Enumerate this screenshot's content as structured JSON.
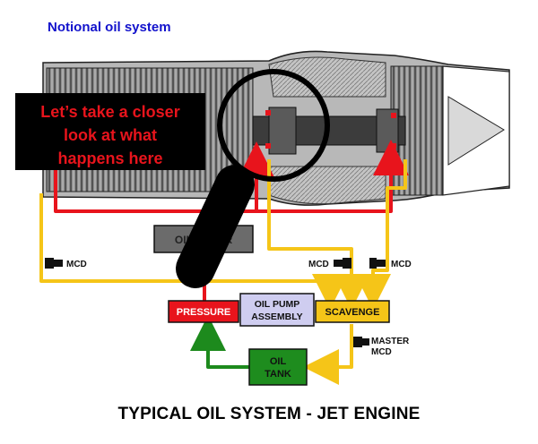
{
  "title": "Notional oil system",
  "callout": {
    "lines": [
      "Let’s take a closer",
      "look at what",
      "happens here"
    ]
  },
  "components": {
    "oil_filter": "OIL FILTER",
    "pressure": "PRESSURE",
    "oil_pump_assembly": [
      "OIL PUMP",
      "ASSEMBLY"
    ],
    "scavenge": "SCAVENGE",
    "oil_tank": [
      "OIL",
      "TANK"
    ]
  },
  "mcd_labels": {
    "left": "MCD",
    "center": "MCD",
    "right": "MCD",
    "master": [
      "MASTER",
      "MCD"
    ]
  },
  "caption": "TYPICAL OIL SYSTEM - JET ENGINE",
  "colors": {
    "title": "#1212cc",
    "pressure_line": "#e8141c",
    "scavenge_line": "#f5c518",
    "return_line": "#1d8a1d",
    "pressure_box": "#e8141c",
    "pump_box": "#cfcdf0",
    "scavenge_box": "#f5c518",
    "tank_box": "#1e8c1e",
    "filter_box": "#6b6b6b",
    "callout_box": "#000000",
    "callout_text": "#e8141c"
  },
  "icons": [
    "magnifying-glass-icon",
    "mcd-plug-icon"
  ]
}
